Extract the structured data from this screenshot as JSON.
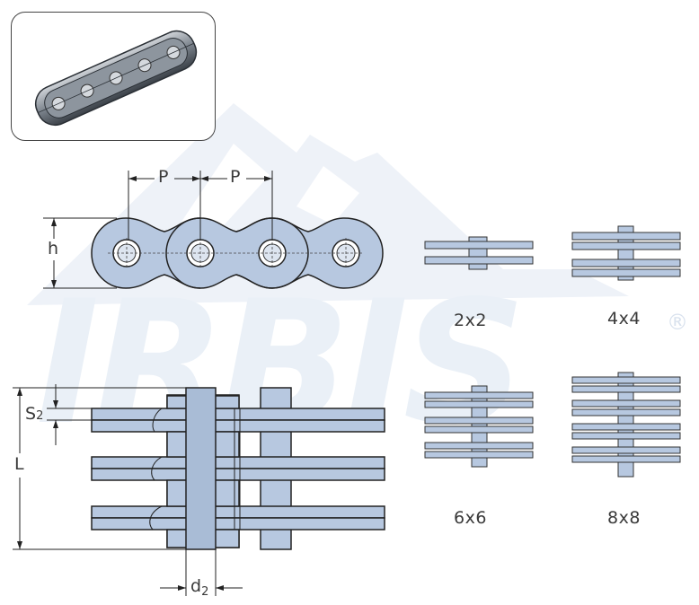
{
  "watermark": {
    "brand": "IRBIS",
    "registered_mark": "®",
    "color": "#e6ecf4"
  },
  "photo": {
    "icon": "roller-chain-photo-icon"
  },
  "side_view": {
    "pitch_labels": [
      "P",
      "P"
    ],
    "height_label": "h"
  },
  "variants": [
    {
      "label": "2x2"
    },
    {
      "label": "4x4"
    },
    {
      "label": "6x6"
    },
    {
      "label": "8x8"
    }
  ],
  "front_view": {
    "thickness_label": "S",
    "thickness_sub": "2",
    "length_label": "L",
    "pin_label": "d",
    "pin_sub": "2"
  },
  "colors": {
    "plate_fill": "#b7c8e0",
    "plate_stroke": "#222222",
    "pin_fill": "#a9bcd6"
  }
}
